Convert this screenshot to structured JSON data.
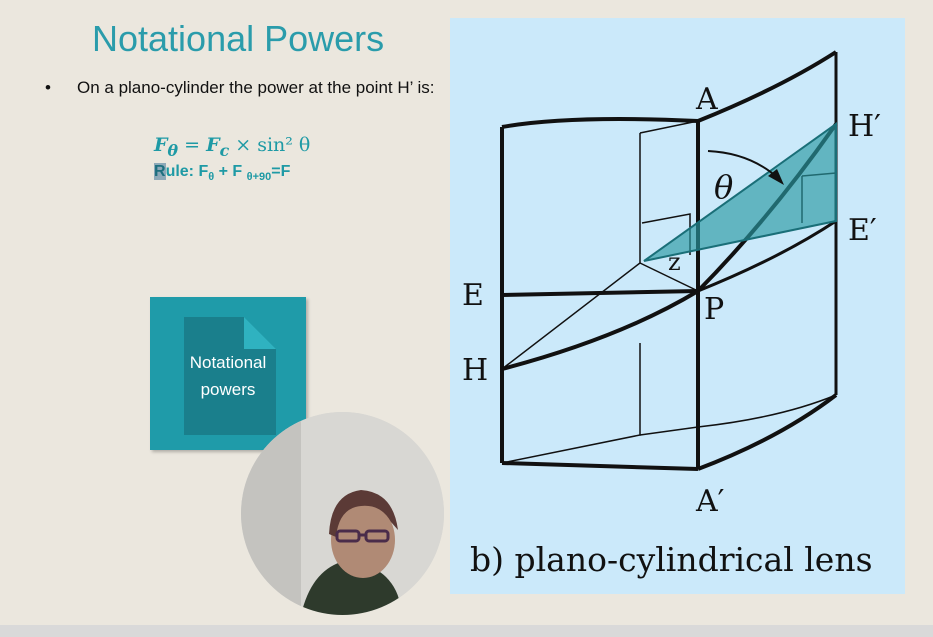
{
  "slide": {
    "title": "Notational Powers",
    "bullet_text": "On a plano-cylinder the power at the point H’ is:",
    "formula_lhs": "F",
    "formula_lhs_sub": "θ",
    "formula_eq": " = ",
    "formula_rhs": "F",
    "formula_rhs_sub": "c",
    "formula_rest": " × sin² θ",
    "rule_first_letter": "R",
    "rule_text": "ule: F",
    "rule_sub1": "θ",
    "rule_plus": " + F ",
    "rule_sub2": "θ+90",
    "rule_end": "=F"
  },
  "tile": {
    "line1": "Notational",
    "line2": "powers"
  },
  "diagram": {
    "label_A": "A",
    "label_A_prime": "A′",
    "label_H_prime": "H′",
    "label_E_prime": "E′",
    "label_E": "E",
    "label_H": "H",
    "label_P": "P",
    "label_z": "z",
    "label_theta": "θ",
    "caption": "b)  plano-cylindrical lens"
  },
  "colors": {
    "title": "#2a9cab",
    "accent": "#1f9ba9",
    "panel_bg": "#cbe9fa",
    "wedge": "#2a9aa3"
  }
}
